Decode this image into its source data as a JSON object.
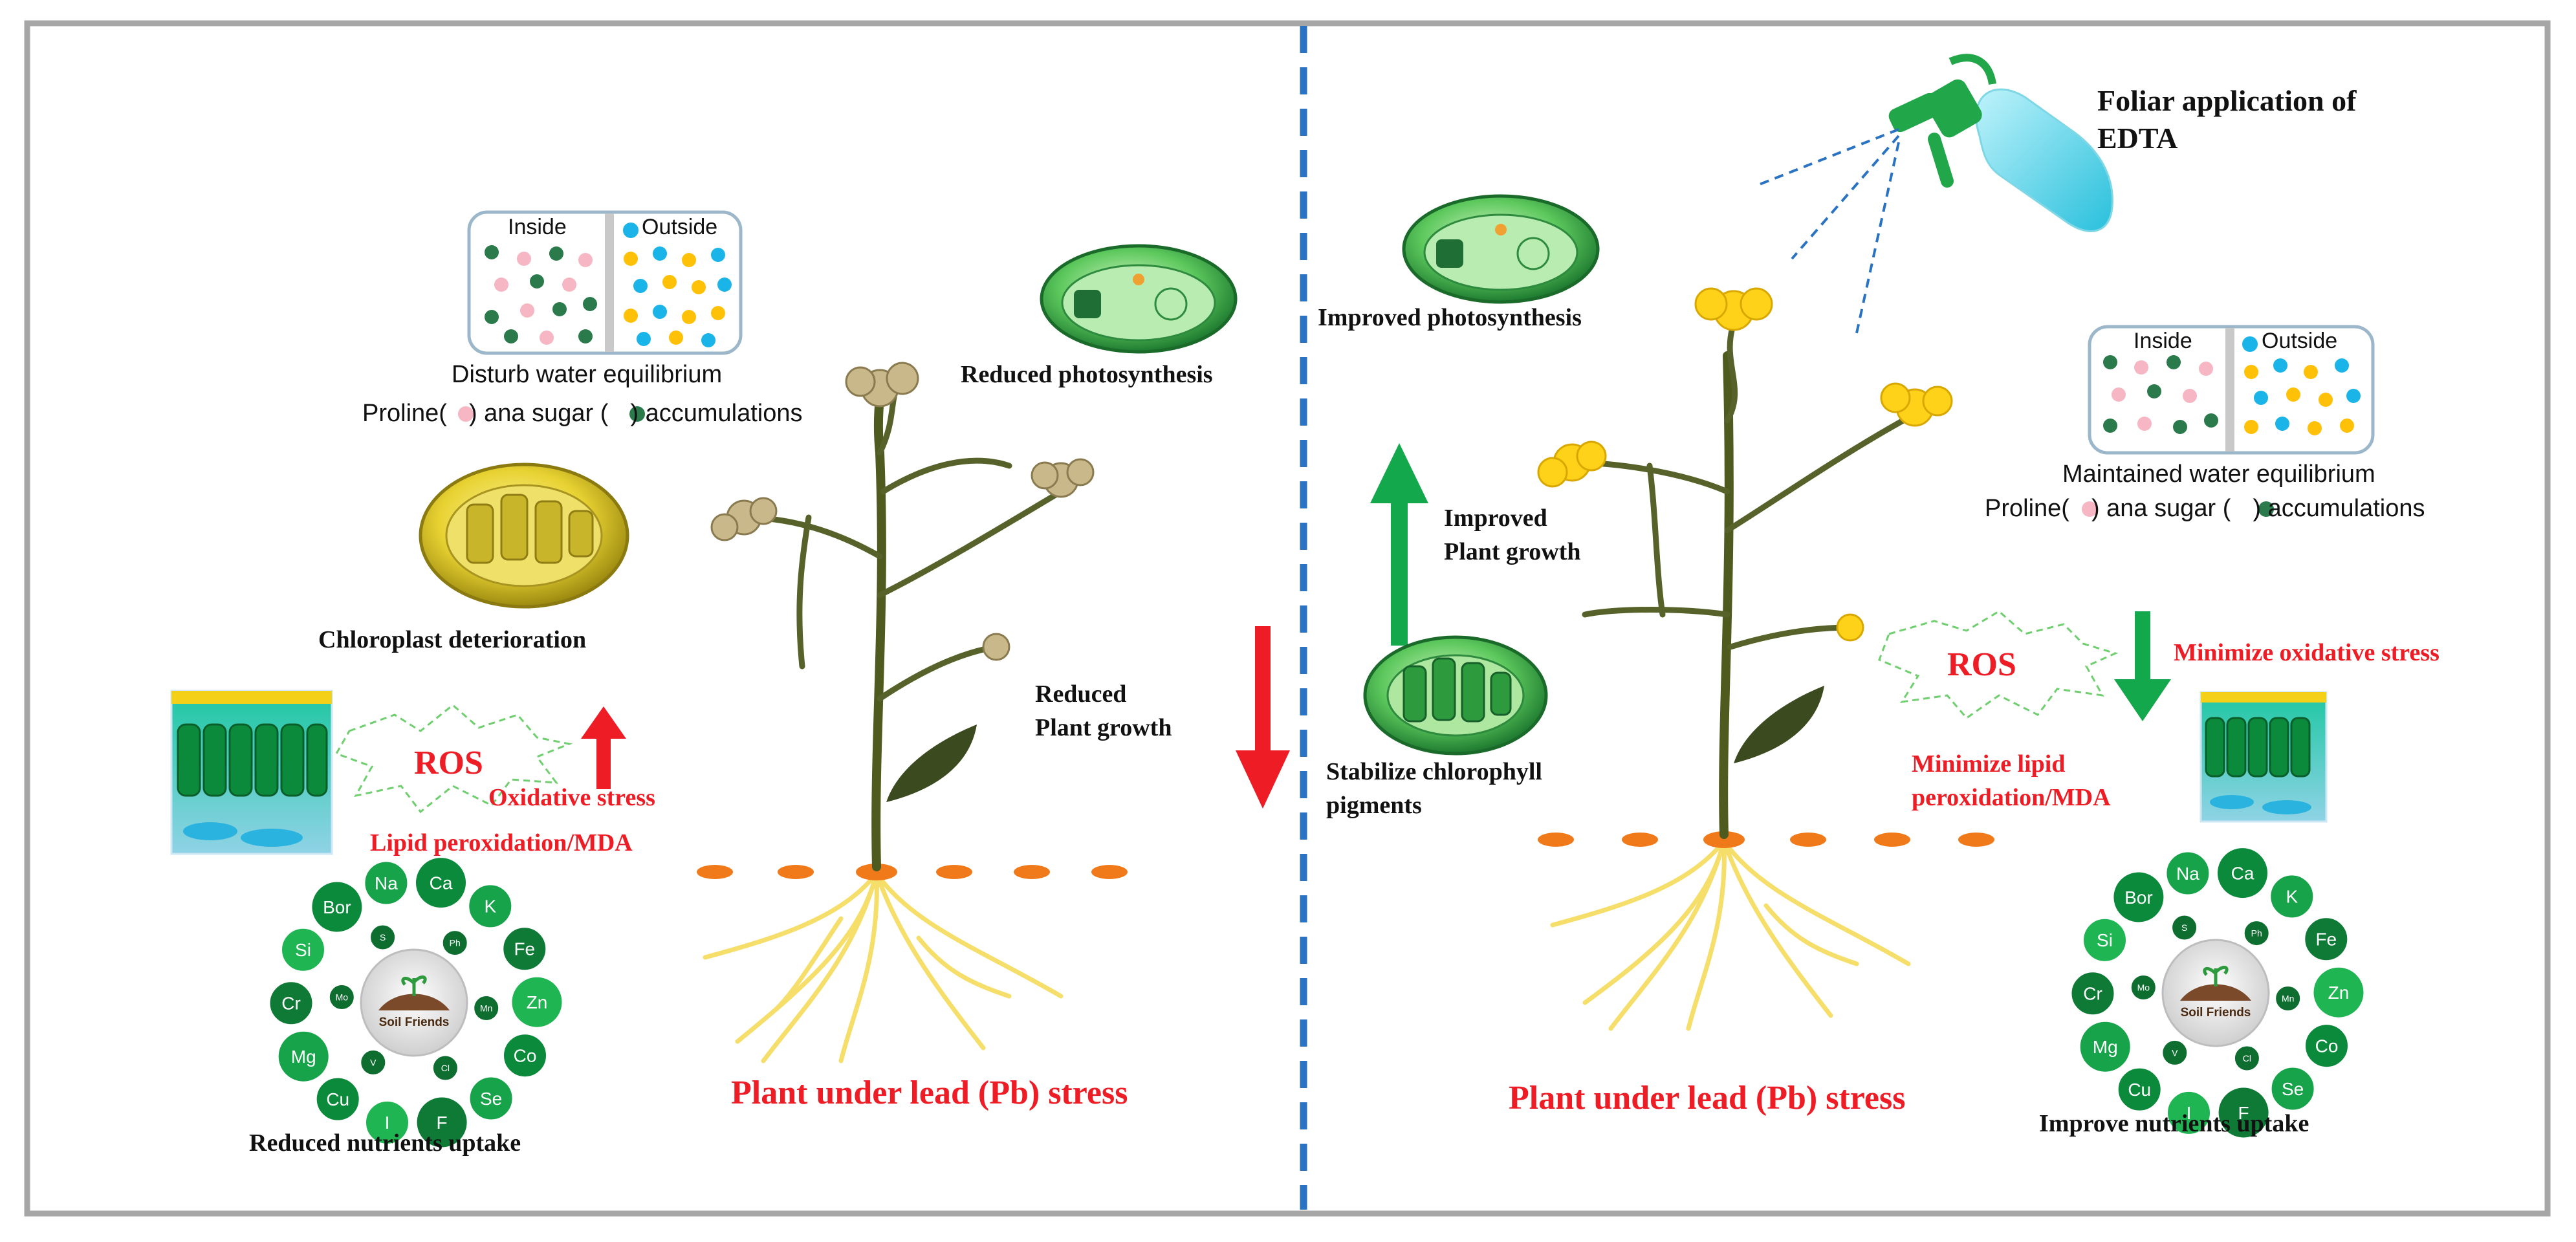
{
  "left_panel": {
    "cell_box": {
      "inside": "Inside",
      "outside": "Outside"
    },
    "water_label": "Disturb water equilibrium",
    "accum_parts": [
      "Proline(",
      ") ana sugar (",
      ") accumulations"
    ],
    "photosynthesis": "Reduced photosynthesis",
    "chloroplast": "Chloroplast deterioration",
    "growth": [
      "Reduced",
      "Plant growth"
    ],
    "ros": "ROS",
    "oxidative": "Oxidative stress",
    "lipid": "Lipid peroxidation/MDA",
    "nutrients": "Reduced nutrients uptake",
    "plant": "Plant under lead (Pb) stress"
  },
  "right_panel": {
    "foliar": [
      "Foliar application of",
      "EDTA"
    ],
    "photosynthesis": "Improved photosynthesis",
    "growth": [
      "Improved",
      "Plant growth"
    ],
    "chlorophyll": [
      "Stabilize chlorophyll",
      "pigments"
    ],
    "cell_box": {
      "inside": "Inside",
      "outside": "Outside"
    },
    "water_label": "Maintained water equilibrium",
    "accum_parts": [
      "Proline(",
      ") ana sugar (",
      ") accumulations"
    ],
    "ros": "ROS",
    "oxidative": "Minimize oxidative stress",
    "lipid": [
      "Minimize lipid",
      "peroxidation/MDA"
    ],
    "nutrients": "Improve nutrients uptake",
    "plant": "Plant under lead (Pb) stress"
  },
  "nutrient_wheel": {
    "center": "Soil Friends",
    "elements": [
      "Ca",
      "K",
      "Fe",
      "Zn",
      "Co",
      "Se",
      "F",
      "I",
      "Cu",
      "Mg",
      "Cr",
      "Si",
      "Bor",
      "Na",
      "Ph",
      "Mn",
      "Cl",
      "V",
      "Mo",
      "S"
    ]
  },
  "colors": {
    "accent_red": "#ee1c25",
    "accent_green": "#12a84b",
    "divider_blue": "#2a72c2",
    "frame_gray": "#a6a6a6",
    "root_yellow": "#f6de6a",
    "soil_orange": "#f07a1a",
    "proline_pink": "#f7b6c4",
    "sugar_green": "#2b7a4b",
    "ion_yellow": "#ffc107",
    "ion_blue": "#1ab4e8"
  }
}
